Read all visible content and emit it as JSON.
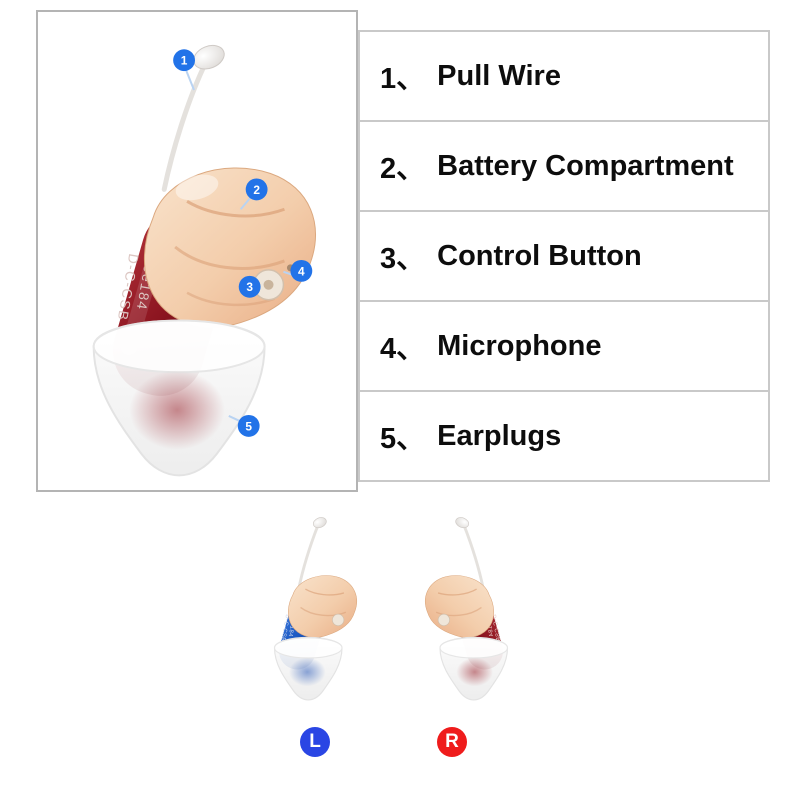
{
  "page": {
    "background": "#ffffff"
  },
  "diagram": {
    "callouts": [
      {
        "n": "1"
      },
      {
        "n": "2"
      },
      {
        "n": "3"
      },
      {
        "n": "4"
      },
      {
        "n": "5"
      }
    ],
    "device": {
      "code_line1": "aee5e184",
      "code_line2": "D-C-CSB"
    },
    "callout_color": "#2273e8",
    "shell_color": "#f3cdab",
    "body_color_red": "#8c1520"
  },
  "parts_table": {
    "border_color": "#c9c9c9",
    "rows": [
      {
        "num": "1、",
        "label": "Pull Wire"
      },
      {
        "num": "2、",
        "label": "Battery Compartment"
      },
      {
        "num": "3、",
        "label": "Control Button"
      },
      {
        "num": "4、",
        "label": "Microphone"
      },
      {
        "num": "5、",
        "label": "Earplugs"
      }
    ]
  },
  "variants": {
    "left": {
      "badge": "L",
      "badge_color": "#2a46e4",
      "body_color": "#1a57c0"
    },
    "right": {
      "badge": "R",
      "badge_color": "#ef1c1c",
      "body_color": "#8c1520"
    }
  }
}
